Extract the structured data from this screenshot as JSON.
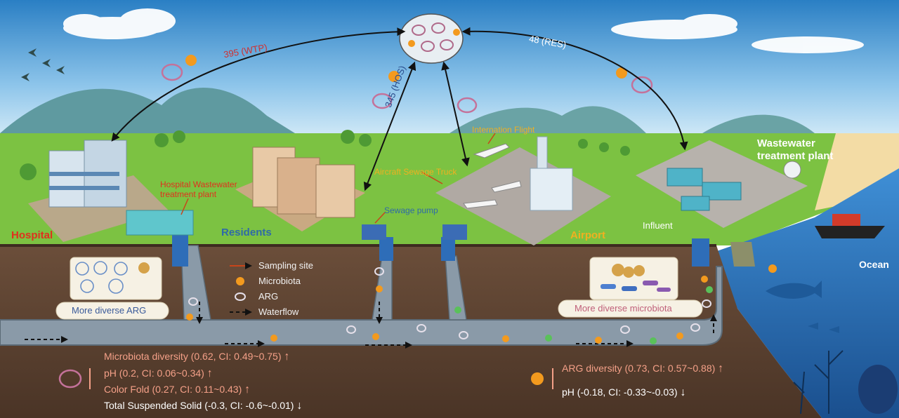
{
  "colors": {
    "sky_top": "#2f86c9",
    "grass": "#7cc242",
    "soil": "#5b4232",
    "pipe": "#8a9aa8",
    "ocean": "#2a6fb8",
    "hospital_label": "#e0301e",
    "residents_label": "#2f6aa8",
    "airport_label": "#f0b020",
    "link_wtp": "#d03030",
    "link_res": "#ffffff",
    "metric_text": "#f4a088",
    "arrow_up": "#f4a088",
    "arrow_down": "#ffffff"
  },
  "links": {
    "wtp": "395 (WTP)",
    "hos": "345 (HOS)",
    "res": "48 (RES)"
  },
  "sites": {
    "hospital": "Hospital",
    "hospital_wtp": "Hospital Wastewater treatment plant",
    "residents": "Residents",
    "sewage_pump": "Sewage pump",
    "aircraft_truck": "Aircraft Sewage Truck",
    "international_flight": "Internation Flight",
    "airport": "Airport",
    "wwtp": "Wastewater treatment plant",
    "influent": "Influent",
    "ocean": "Ocean"
  },
  "legend": {
    "sampling_site": "Sampling site",
    "microbiota": "Microbiota",
    "arg": "ARG",
    "waterflow": "Waterflow"
  },
  "boxes": {
    "more_diverse_arg": "More diverse ARG",
    "more_diverse_microbiota": "More diverse microbiota"
  },
  "left_metrics": [
    {
      "text": "Microbiota diversity (0.62, CI: 0.49~0.75)",
      "dir": "↑"
    },
    {
      "text": "pH (0.2, CI: 0.06~0.34)",
      "dir": "↑"
    },
    {
      "text": "Color Fold (0.27, CI: 0.11~0.43)",
      "dir": "↑"
    },
    {
      "text": "Total Suspended Solid (-0.3, CI: -0.6~-0.01)",
      "dir": "↓"
    }
  ],
  "right_metrics": [
    {
      "text": "ARG diversity (0.73, CI: 0.57~0.88)",
      "dir": "↑"
    },
    {
      "text": "pH (-0.18, CI: -0.33~-0.03)",
      "dir": "↓"
    }
  ],
  "icons": [
    "arg-ring-icon",
    "microbiota-sun-icon",
    "bird-icon",
    "cloud-icon",
    "tree-icon",
    "airplane-icon",
    "ship-icon",
    "fish-icon",
    "building-icon"
  ]
}
